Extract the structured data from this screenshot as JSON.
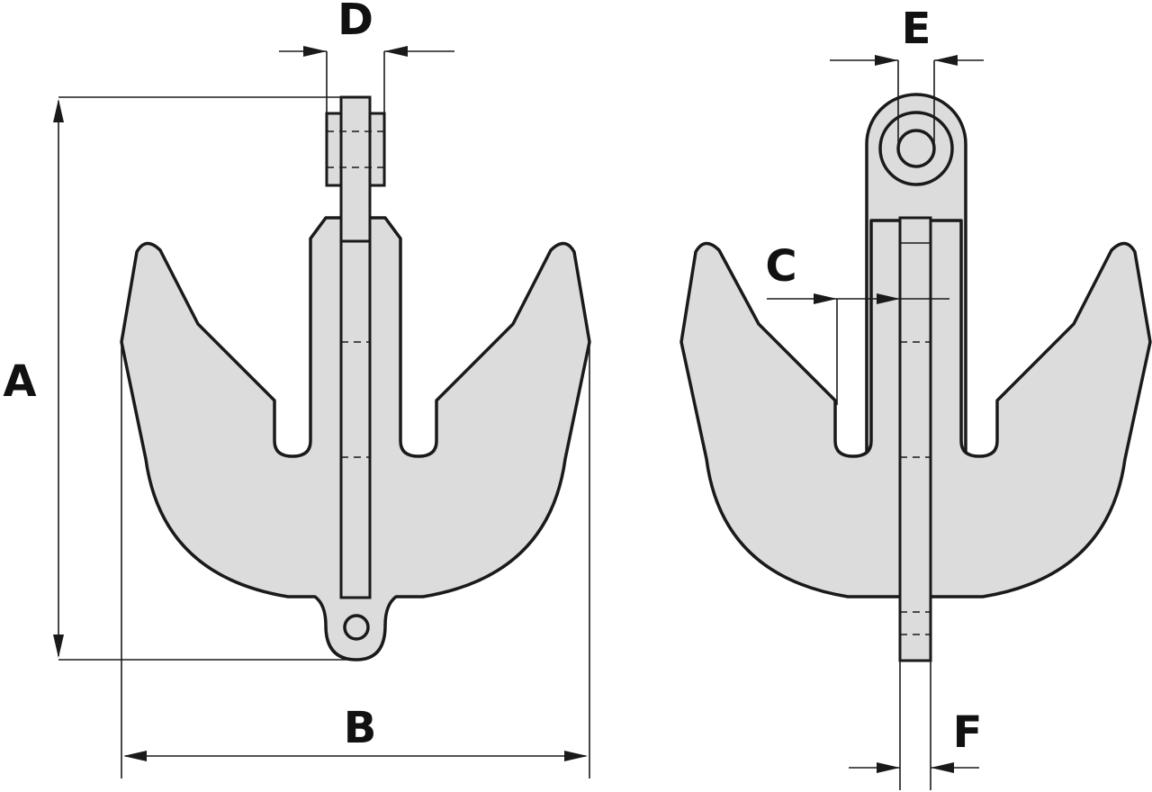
{
  "drawing": {
    "views": [
      "front-view",
      "side-view"
    ],
    "dimensions": {
      "a": "A",
      "b": "B",
      "c": "C",
      "d": "D",
      "e": "E",
      "f": "F"
    },
    "colors": {
      "fill": "#dcdcdc",
      "line": "#1a1a1a",
      "background": "#ffffff"
    }
  }
}
